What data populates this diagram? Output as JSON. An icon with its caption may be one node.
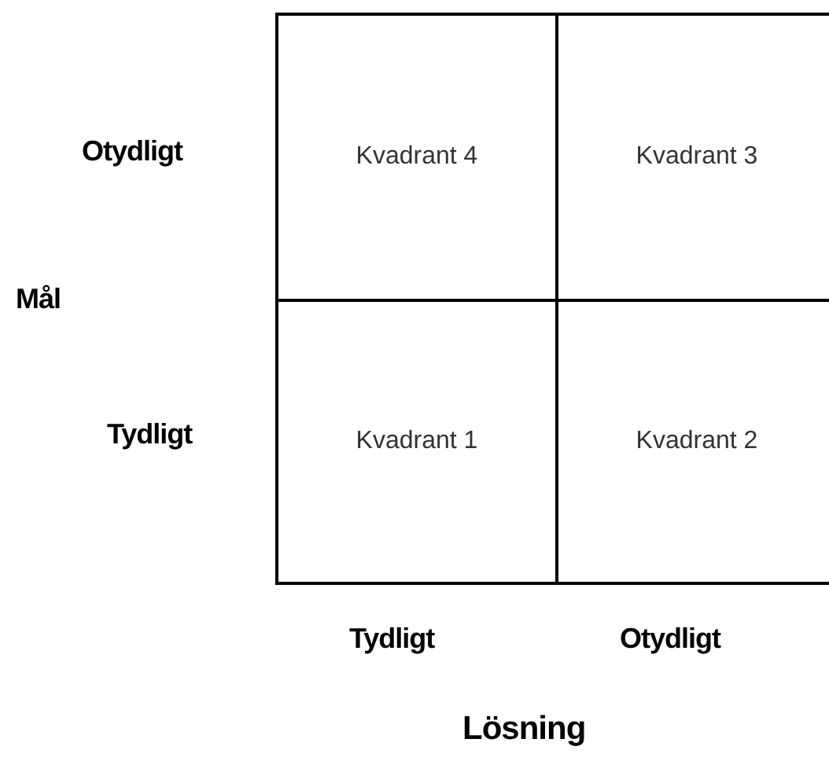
{
  "diagram": {
    "nodes": [
      {
        "text": [
          "Kvadrant 4"
        ]
      },
      {
        "text": [
          "Kvadrant 3"
        ]
      },
      {
        "text": [
          "Kvadrant 1"
        ]
      },
      {
        "text": [
          "Kvadrant 2"
        ]
      }
    ],
    "labels": [
      "Otydligt",
      "Mål",
      "Tydligt",
      "Tydligt",
      "Otydligt",
      "Lösning"
    ]
  }
}
